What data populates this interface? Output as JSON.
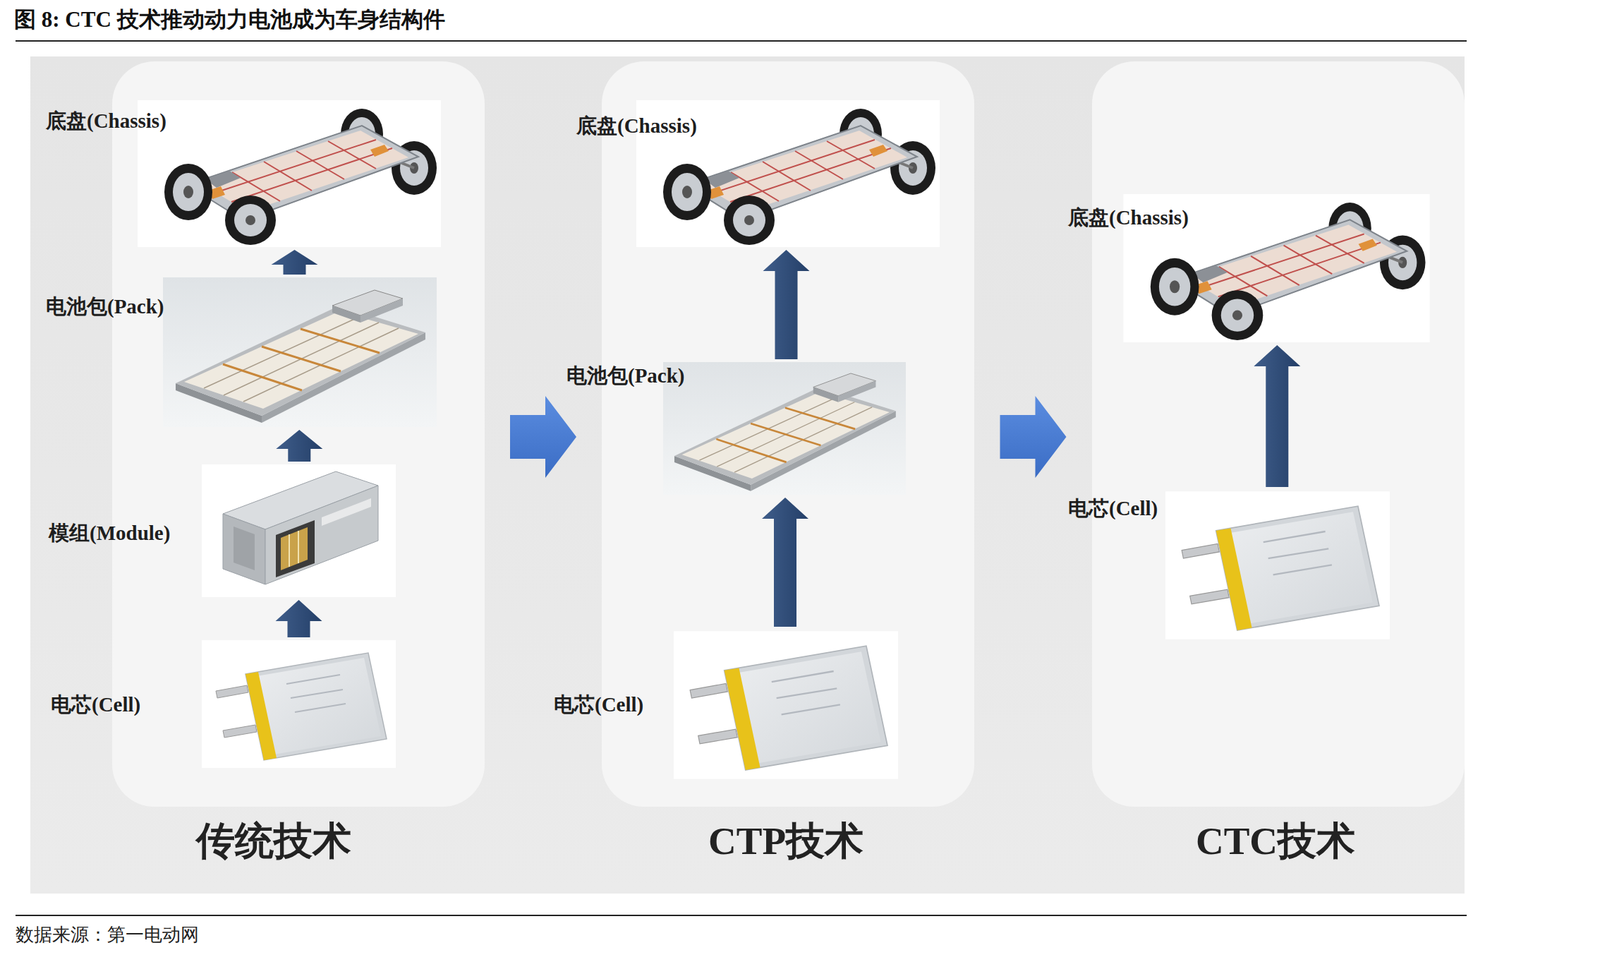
{
  "diagram": {
    "title": "图 8: CTC 技术推动动力电池成为车身结构件",
    "nodes": [
      {
        "text": [
          "传统技术"
        ]
      },
      {
        "text": [
          "底盘(Chassis)"
        ],
        "in": 0
      },
      {
        "text": [
          "电池包(Pack)"
        ],
        "in": 0
      },
      {
        "text": [
          "模组(Module)"
        ],
        "in": 0
      },
      {
        "text": [
          "电芯(Cell)"
        ],
        "in": 0
      },
      {
        "text": [
          "CTP技术"
        ]
      },
      {
        "text": [
          "底盘(Chassis)"
        ],
        "in": 5
      },
      {
        "text": [
          "电池包(Pack)"
        ],
        "in": 5
      },
      {
        "text": [
          "电芯(Cell)"
        ],
        "in": 5
      },
      {
        "text": [
          "CTC技术"
        ]
      },
      {
        "text": [
          "底盘(Chassis)"
        ],
        "in": 9
      },
      {
        "text": [
          "电芯(Cell)"
        ],
        "in": 9
      }
    ],
    "edges": [
      {
        "from": 4,
        "to": 3,
        "arrow": "to"
      },
      {
        "from": 3,
        "to": 2,
        "arrow": "to"
      },
      {
        "from": 2,
        "to": 1,
        "arrow": "to"
      },
      {
        "from": 0,
        "to": 5,
        "arrow": "to"
      },
      {
        "from": 8,
        "to": 7,
        "arrow": "to"
      },
      {
        "from": 7,
        "to": 6,
        "arrow": "to"
      },
      {
        "from": 5,
        "to": 9,
        "arrow": "to"
      },
      {
        "from": 11,
        "to": 10,
        "arrow": "to"
      }
    ],
    "labels": [
      "数据来源：第一电动网"
    ]
  }
}
